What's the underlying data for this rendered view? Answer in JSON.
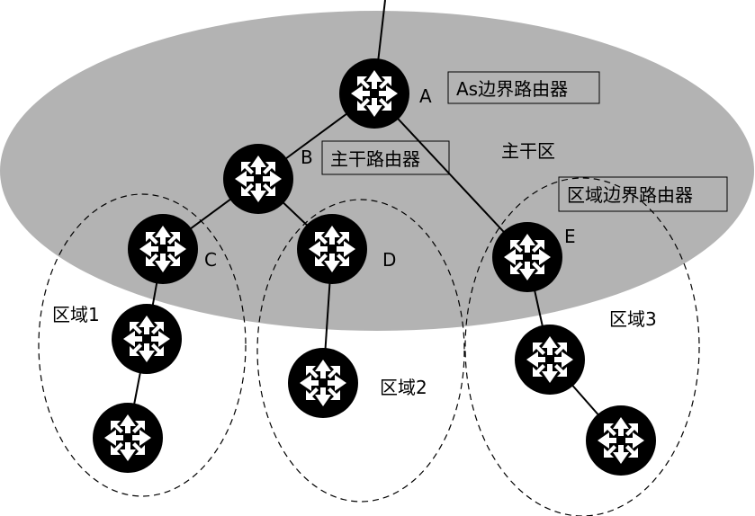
{
  "diagram": {
    "backbone_area_label": "主干区",
    "area_labels": [
      "区域1",
      "区域2",
      "区域3"
    ],
    "callouts": {
      "as_border_router": "As边界路由器",
      "backbone_router": "主干路由器",
      "area_border_router": "区域边界路由器"
    },
    "node_letters": {
      "A": "A",
      "B": "B",
      "C": "C",
      "D": "D",
      "E": "E"
    },
    "router_icon": "router-icon",
    "colors": {
      "backbone_fill": "#b3b3b3",
      "router_fill": "#000000",
      "router_arrows": "#ffffff",
      "dashed_outline": "#000000"
    }
  }
}
